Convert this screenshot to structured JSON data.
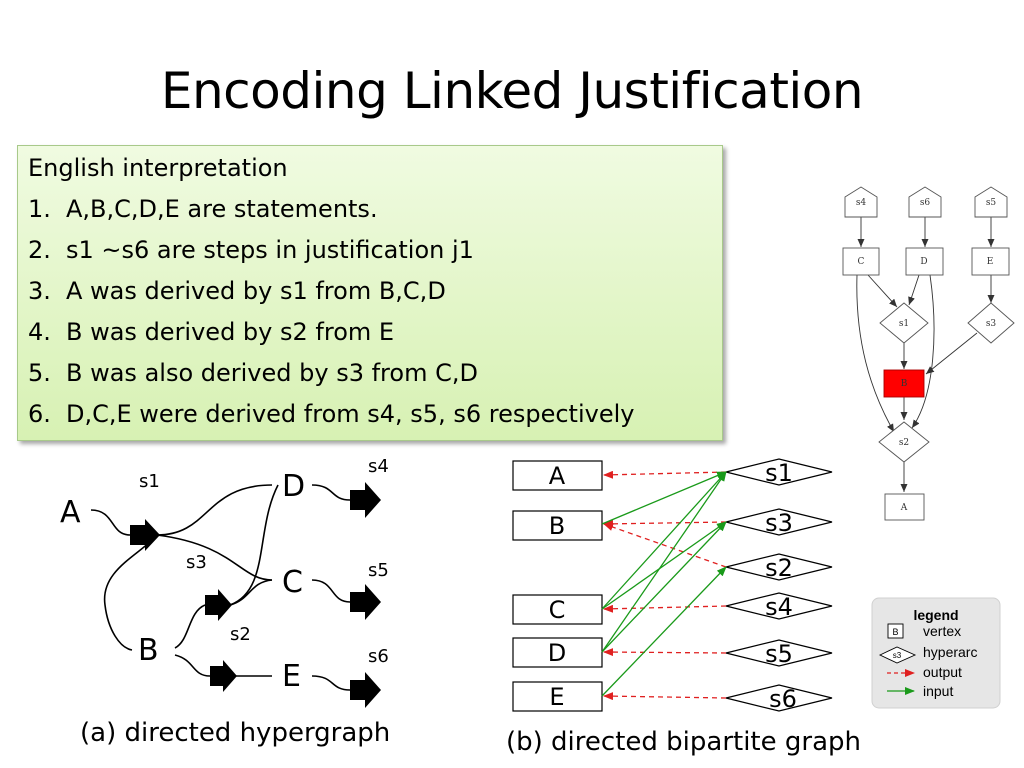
{
  "title": "Encoding Linked Justification",
  "interpretation": {
    "heading": "English interpretation",
    "items": [
      {
        "num": "1.",
        "text": "A,B,C,D,E are statements."
      },
      {
        "num": "2.",
        "text": "s1 ~s6 are steps in justification j1"
      },
      {
        "num": "3.",
        "text": "A was derived by s1 from B,C,D"
      },
      {
        "num": "4.",
        "text": "B was derived by s2 from E"
      },
      {
        "num": "5.",
        "text": "B was also derived by s3 from C,D"
      },
      {
        "num": "6.",
        "text": "D,C,E were derived from s4, s5, s6 respectively"
      }
    ]
  },
  "hypergraph": {
    "caption": "(a) directed hypergraph",
    "nodes": {
      "A": "A",
      "B": "B",
      "C": "C",
      "D": "D",
      "E": "E"
    },
    "steps": {
      "s1": "s1",
      "s2": "s2",
      "s3": "s3",
      "s4": "s4",
      "s5": "s5",
      "s6": "s6"
    }
  },
  "bipartite": {
    "caption": "(b) directed bipartite graph",
    "statements": [
      "A",
      "B",
      "C",
      "D",
      "E"
    ],
    "steps": [
      "s1",
      "s3",
      "s2",
      "s4",
      "s5",
      "s6"
    ]
  },
  "dag": {
    "nodes": {
      "s4": "s4",
      "s6": "s6",
      "s5": "s5",
      "C": "C",
      "D": "D",
      "E": "E",
      "s1": "s1",
      "s3": "s3",
      "B": "B",
      "s2": "s2",
      "A": "A"
    }
  },
  "legend": {
    "title": "legend",
    "vertex_sample": "B",
    "vertex_label": "vertex",
    "hyperarc_sample": "s3",
    "hyperarc_label": "hyperarc",
    "output_label": "output",
    "input_label": "input"
  },
  "colors": {
    "output": "#e02020",
    "input": "#1a9a1a",
    "highlight": "#ff0000"
  }
}
